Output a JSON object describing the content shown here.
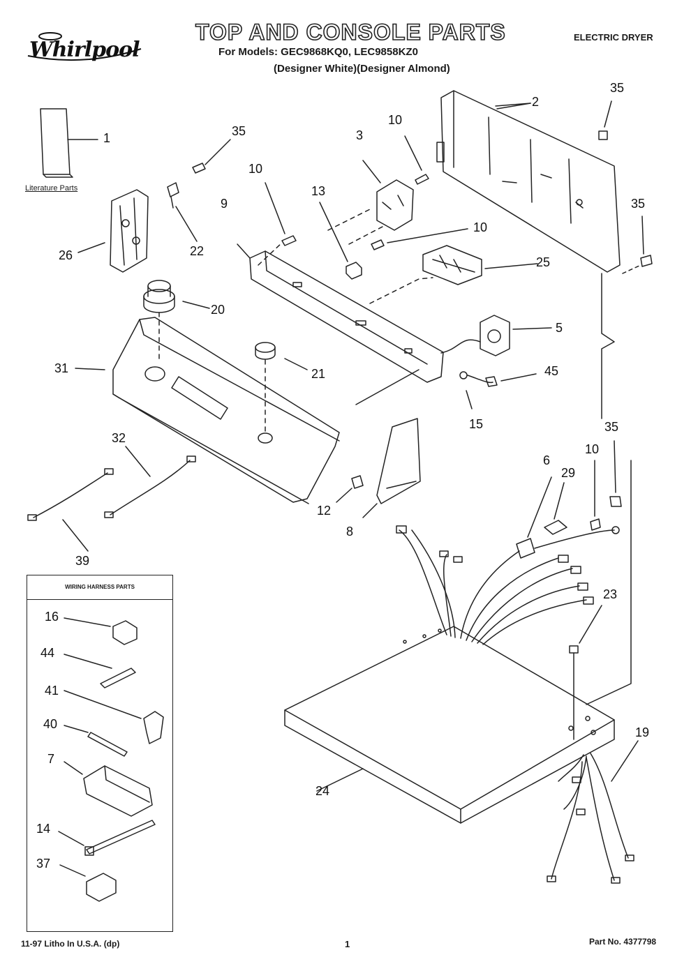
{
  "header": {
    "brand": "Whirlpool",
    "title": "TOP AND CONSOLE PARTS",
    "models_line": "For Models: GEC9868KQ0, LEC9858KZ0",
    "colors_line": "(Designer White)(Designer Almond)",
    "doc_type": "ELECTRIC DRYER"
  },
  "literature_label": "Literature Parts",
  "harness_box": {
    "title": "WIRING HARNESS PARTS"
  },
  "callouts": {
    "c1": "1",
    "c2": "2",
    "c3": "3",
    "c5": "5",
    "c6": "6",
    "c8": "8",
    "c9": "9",
    "c10a": "10",
    "c10b": "10",
    "c10c": "10",
    "c10d": "10",
    "c12": "12",
    "c13": "13",
    "c15": "15",
    "c19": "19",
    "c20": "20",
    "c21": "21",
    "c22": "22",
    "c23": "23",
    "c24": "24",
    "c25": "25",
    "c26": "26",
    "c29": "29",
    "c31": "31",
    "c32": "32",
    "c35a": "35",
    "c35b": "35",
    "c35c": "35",
    "c35d": "35",
    "c39": "39",
    "c45": "45",
    "h16": "16",
    "h44": "44",
    "h41": "41",
    "h40": "40",
    "h7": "7",
    "h14": "14",
    "h37": "37"
  },
  "footer": {
    "left": "11-97 Litho In U.S.A. (dp)",
    "page": "1",
    "part_no": "Part No. 4377798"
  }
}
